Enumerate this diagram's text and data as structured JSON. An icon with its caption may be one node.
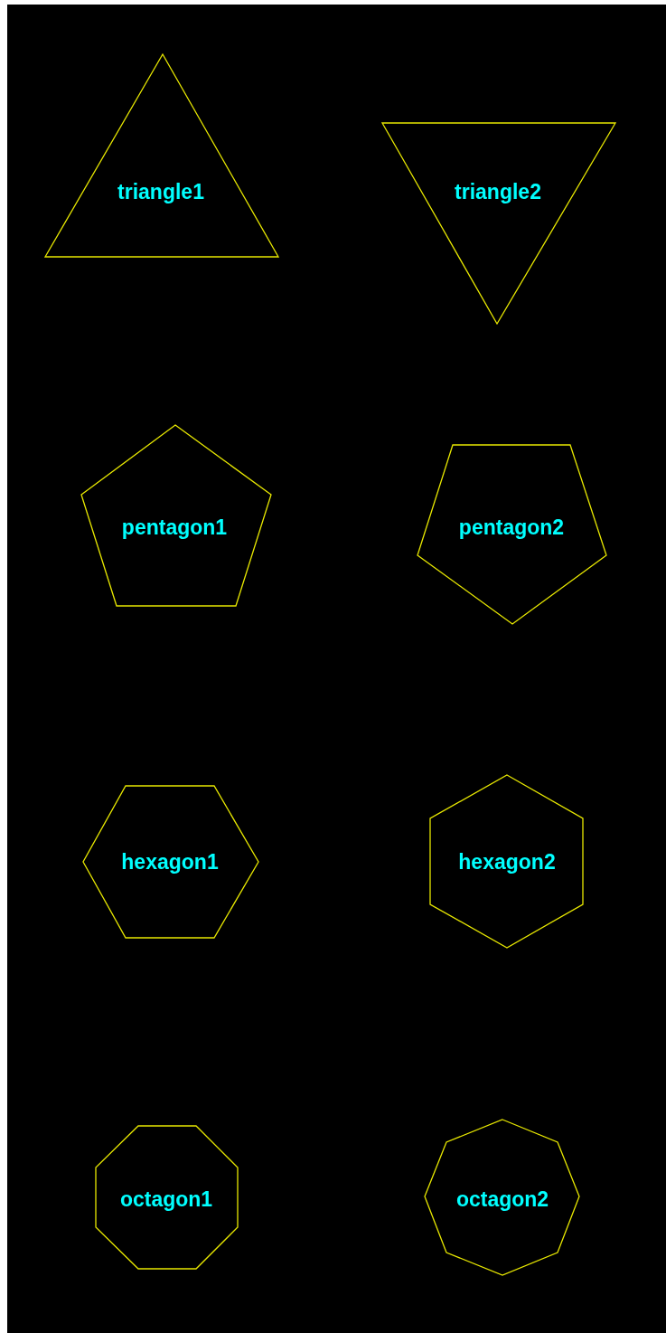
{
  "diagram": {
    "nodes": [
      {
        "text": [
          "triangle1"
        ]
      },
      {
        "text": [
          "triangle2"
        ]
      },
      {
        "text": [
          "pentagon1"
        ]
      },
      {
        "text": [
          "pentagon2"
        ]
      },
      {
        "text": [
          "hexagon1"
        ]
      },
      {
        "text": [
          "hexagon2"
        ]
      },
      {
        "text": [
          "octagon1"
        ]
      },
      {
        "text": [
          "octagon2"
        ]
      }
    ]
  }
}
